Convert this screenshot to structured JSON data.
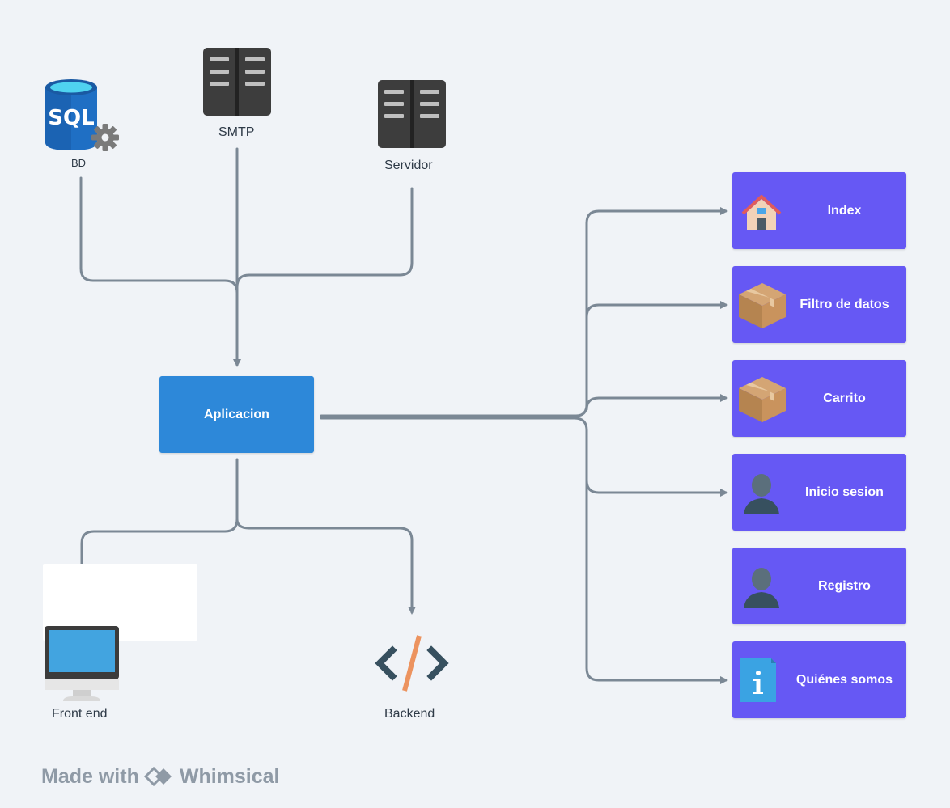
{
  "nodes": {
    "bd": {
      "label": "BD",
      "icon": "sql-database-icon"
    },
    "smtp": {
      "label": "SMTP",
      "icon": "server-icon"
    },
    "servidor": {
      "label": "Servidor",
      "icon": "server-icon"
    },
    "aplicacion": {
      "label": "Aplicacion"
    },
    "frontend": {
      "label": "Front end",
      "icon": "monitor-icon"
    },
    "backend": {
      "label": "Backend",
      "icon": "code-icon"
    }
  },
  "pages": [
    {
      "label": "Index",
      "icon": "house-icon"
    },
    {
      "label": "Filtro de datos",
      "icon": "package-icon"
    },
    {
      "label": "Carrito",
      "icon": "package-icon"
    },
    {
      "label": "Inicio sesion",
      "icon": "user-icon"
    },
    {
      "label": "Registro",
      "icon": "user-icon"
    },
    {
      "label": "Quiénes somos",
      "icon": "info-icon"
    }
  ],
  "footer": {
    "made_with": "Made with",
    "brand": "Whimsical"
  },
  "colors": {
    "connector": "#7b8895",
    "app_box": "#2d88d9",
    "page_box": "#6658f4",
    "server": "#3d3d3d",
    "background": "#f0f3f7"
  }
}
